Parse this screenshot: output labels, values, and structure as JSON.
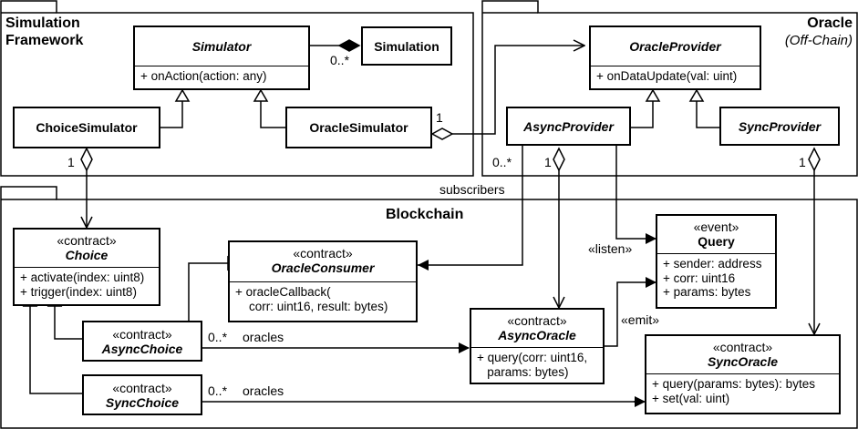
{
  "packages": {
    "simulation": {
      "name_line1": "Simulation",
      "name_line2": "Framework"
    },
    "oracle": {
      "name": "Oracle",
      "subtitle": "(Off-Chain)"
    },
    "blockchain": {
      "name": "Blockchain"
    }
  },
  "classes": {
    "simulator": {
      "name": "Simulator",
      "ops": [
        "+ onAction(action: any)"
      ]
    },
    "simulation": {
      "name": "Simulation"
    },
    "choice_simulator": {
      "name": "ChoiceSimulator"
    },
    "oracle_simulator": {
      "name": "OracleSimulator"
    },
    "oracle_provider": {
      "name": "OracleProvider",
      "ops": [
        "+ onDataUpdate(val: uint)"
      ]
    },
    "async_provider": {
      "name": "AsyncProvider"
    },
    "sync_provider": {
      "name": "SyncProvider"
    },
    "choice": {
      "stereotype": "«contract»",
      "name": "Choice",
      "ops": [
        "+ activate(index: uint8)",
        "+ trigger(index: uint8)"
      ]
    },
    "oracle_consumer": {
      "stereotype": "«contract»",
      "name": "OracleConsumer",
      "ops": [
        "+ oracleCallback(",
        "    corr: uint16, result: bytes)"
      ]
    },
    "query": {
      "stereotype": "«event»",
      "name": "Query",
      "ops": [
        "+ sender: address",
        "+ corr: uint16",
        "+ params: bytes"
      ]
    },
    "async_choice": {
      "stereotype": "«contract»",
      "name": "AsyncChoice"
    },
    "async_oracle": {
      "stereotype": "«contract»",
      "name": "AsyncOracle",
      "ops": [
        "+ query(corr: uint16,",
        "   params: bytes)"
      ]
    },
    "sync_choice": {
      "stereotype": "«contract»",
      "name": "SyncChoice"
    },
    "sync_oracle": {
      "stereotype": "«contract»",
      "name": "SyncOracle",
      "ops": [
        "+ query(params: bytes): bytes",
        "+ set(val: uint)"
      ]
    }
  },
  "labels": {
    "mult_0_star_sim": "0..*",
    "mult_1_oracle_sim": "1",
    "mult_0_star_subscribers": "0..*",
    "subscribers": "subscribers",
    "mult_1_choice_sim": "1",
    "mult_1_async_provider": "1",
    "mult_1_sync_provider": "1",
    "listen": "«listen»",
    "emit": "«emit»",
    "mult_0_star_async_choice": "0..*",
    "oracles_async": "oracles",
    "mult_0_star_sync_choice": "0..*",
    "oracles_sync": "oracles"
  }
}
